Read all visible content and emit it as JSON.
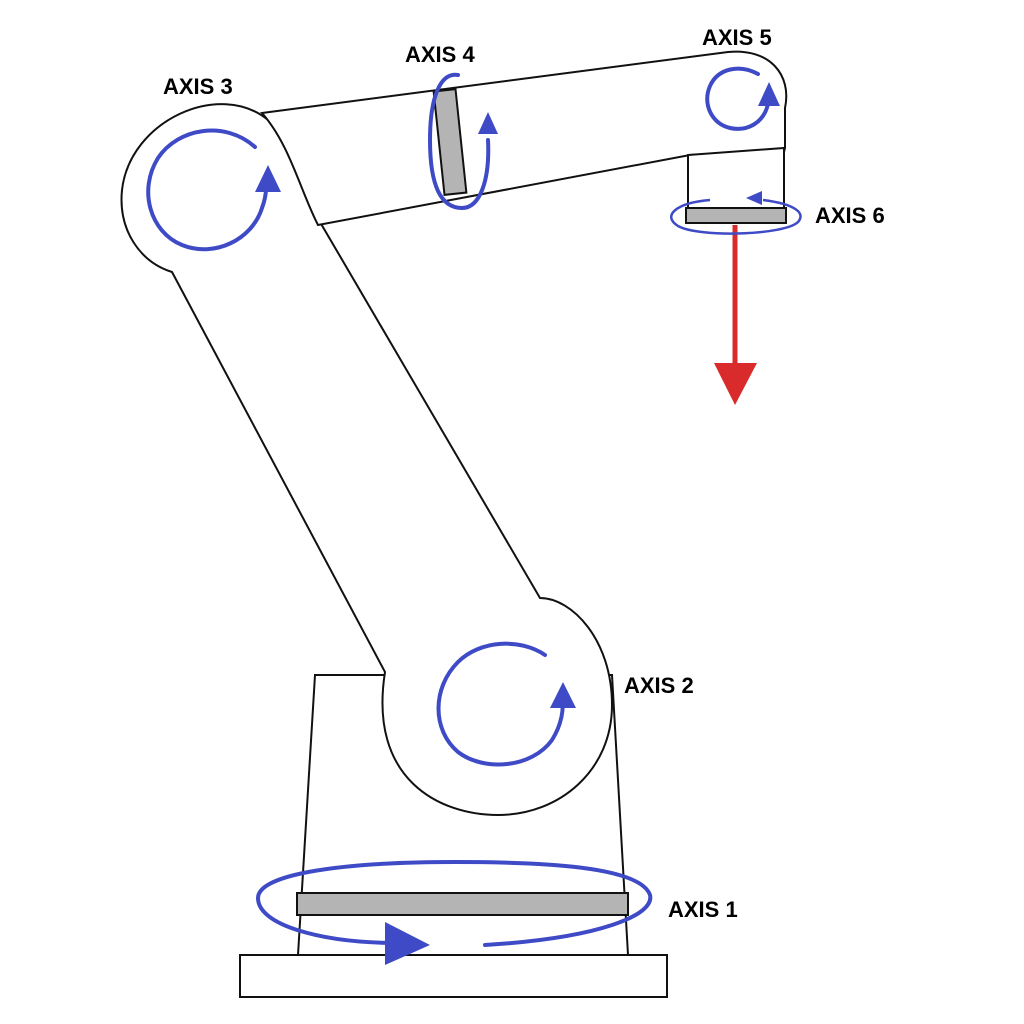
{
  "colors": {
    "rotation": "#3f4bc6",
    "tool_direction": "#d92b2b",
    "plate": "#b4b4b4",
    "outline": "#111111",
    "body": "#ffffff"
  },
  "axes": [
    {
      "id": "axis-1",
      "label": "AXIS 1"
    },
    {
      "id": "axis-2",
      "label": "AXIS 2"
    },
    {
      "id": "axis-3",
      "label": "AXIS 3"
    },
    {
      "id": "axis-4",
      "label": "AXIS 4"
    },
    {
      "id": "axis-5",
      "label": "AXIS 5"
    },
    {
      "id": "axis-6",
      "label": "AXIS 6"
    }
  ]
}
